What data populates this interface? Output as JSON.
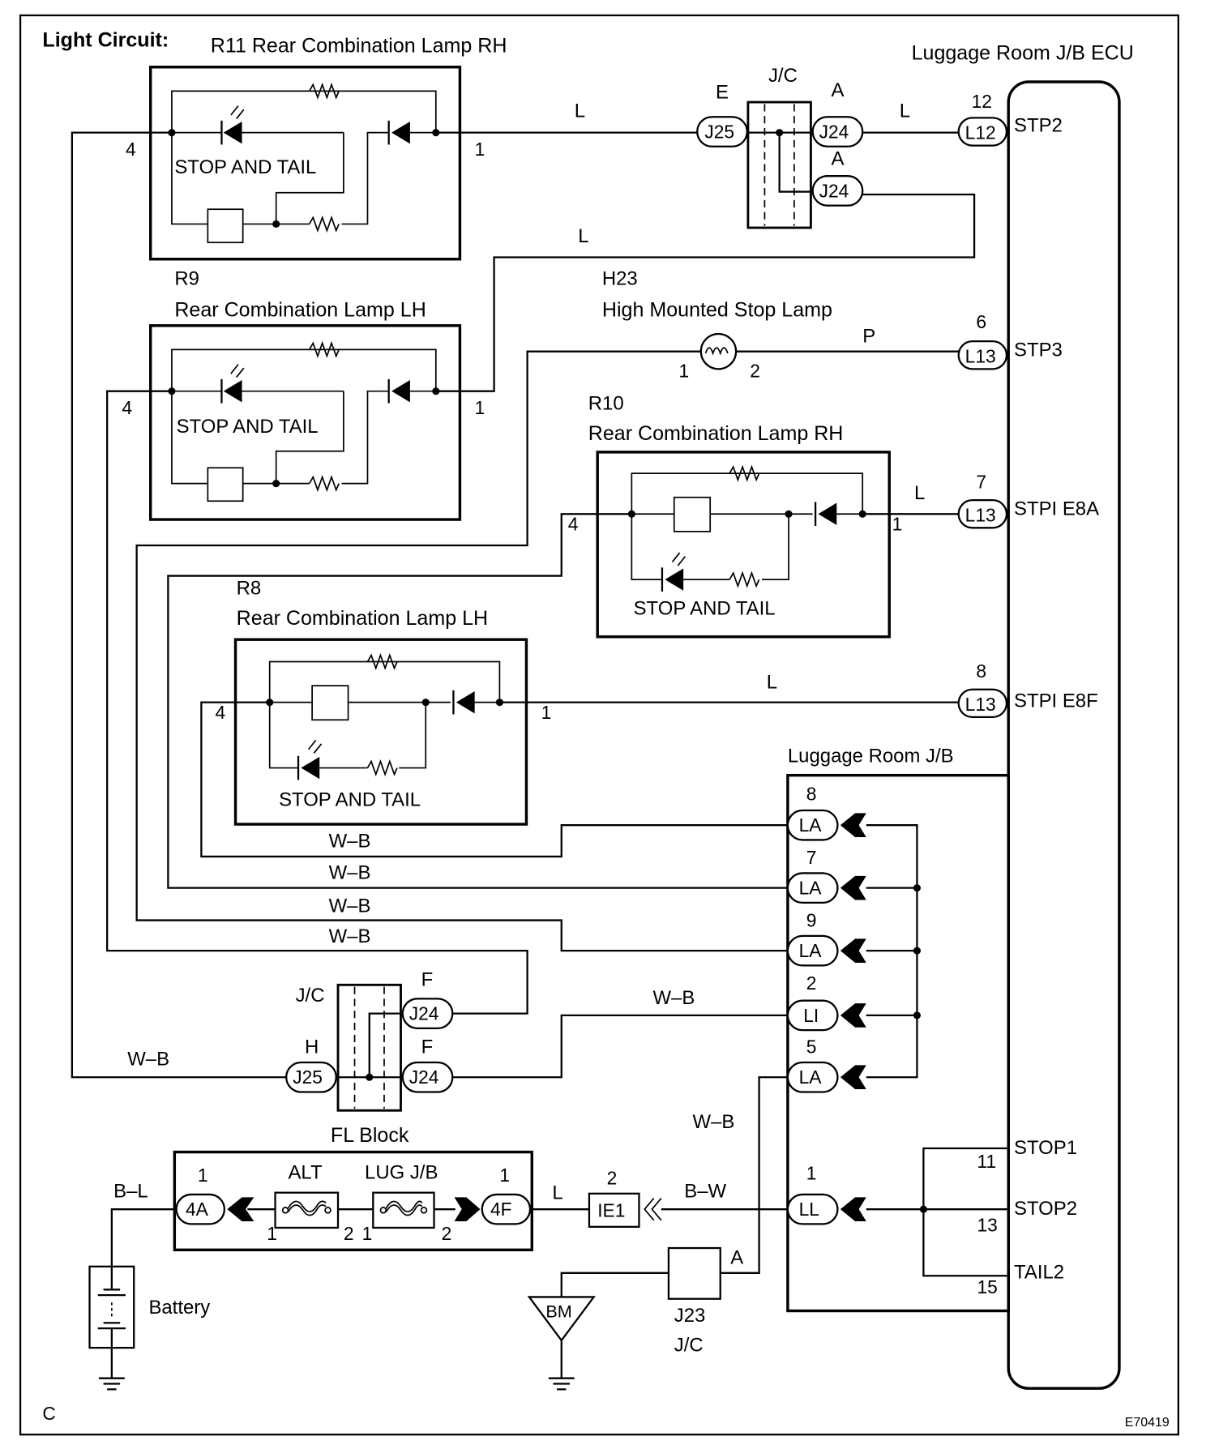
{
  "title": "Light Circuit:",
  "corner_letter": "C",
  "figure_code": "E70419",
  "ecu": {
    "name": "Luggage Room J/B ECU",
    "pins": [
      {
        "num": "12",
        "conn": "L12",
        "name": "STP2"
      },
      {
        "num": "6",
        "conn": "L13",
        "name": "STP3"
      },
      {
        "num": "7",
        "conn": "L13",
        "name": "STPI E8A"
      },
      {
        "num": "8",
        "conn": "L13",
        "name": "STPI E8F"
      }
    ],
    "lower_pins": [
      {
        "num": "11",
        "name": "STOP1"
      },
      {
        "num": "13",
        "name": "STOP2"
      },
      {
        "num": "15",
        "name": "TAIL2"
      }
    ]
  },
  "lamps": {
    "r11": {
      "title": "R11 Rear Combination Lamp RH",
      "label": "STOP AND TAIL",
      "pin_left": "4",
      "pin_right": "1"
    },
    "r9": {
      "code": "R9",
      "title": "Rear Combination Lamp LH",
      "label": "STOP AND TAIL",
      "pin_left": "4",
      "pin_right": "1"
    },
    "r10": {
      "code": "R10",
      "title": "Rear Combination Lamp RH",
      "label": "STOP AND TAIL",
      "pin_left": "4",
      "pin_right": "1"
    },
    "r8": {
      "code": "R8",
      "title": "Rear Combination Lamp LH",
      "label": "STOP AND TAIL",
      "pin_left": "4",
      "pin_right": "1"
    }
  },
  "h23": {
    "code": "H23",
    "title": "High Mounted Stop Lamp",
    "pin1": "1",
    "pin2": "2"
  },
  "jc_top": {
    "label": "J/C",
    "e": "E",
    "a1": "A",
    "a2": "A",
    "j25": "J25",
    "j24a": "J24",
    "j24b": "J24"
  },
  "jc_bottom": {
    "label": "J/C",
    "f1": "F",
    "f2": "F",
    "h": "H",
    "j24a": "J24",
    "j24b": "J24",
    "j25": "J25"
  },
  "jb": {
    "name": "Luggage Room J/B",
    "connectors": [
      {
        "num": "8",
        "conn": "LA"
      },
      {
        "num": "7",
        "conn": "LA"
      },
      {
        "num": "9",
        "conn": "LA"
      },
      {
        "num": "2",
        "conn": "LI"
      },
      {
        "num": "5",
        "conn": "LA"
      },
      {
        "num": "1",
        "conn": "LL"
      }
    ]
  },
  "fl_block": {
    "name": "FL Block",
    "alt": "ALT",
    "lug": "LUG J/B",
    "c_left": "4A",
    "c_right": "4F",
    "n_left": "1",
    "n_right": "1",
    "alt_p1": "1",
    "alt_p2": "2",
    "lug_p1": "1",
    "lug_p2": "2"
  },
  "ie1": {
    "conn": "IE1",
    "num": "2"
  },
  "j23": {
    "code": "J23",
    "label": "J/C",
    "pin": "A"
  },
  "battery": "Battery",
  "ground_bm": "BM",
  "wires": {
    "l1": "L",
    "l2": "L",
    "l3": "L",
    "l4": "L",
    "l5": "L",
    "l6": "L",
    "p": "P",
    "wb1": "W–B",
    "wb2": "W–B",
    "wb3": "W–B",
    "wb4": "W–B",
    "wb5": "W–B",
    "wb6": "W–B",
    "wb7": "W–B",
    "bl": "B–L",
    "bw": "B–W"
  }
}
